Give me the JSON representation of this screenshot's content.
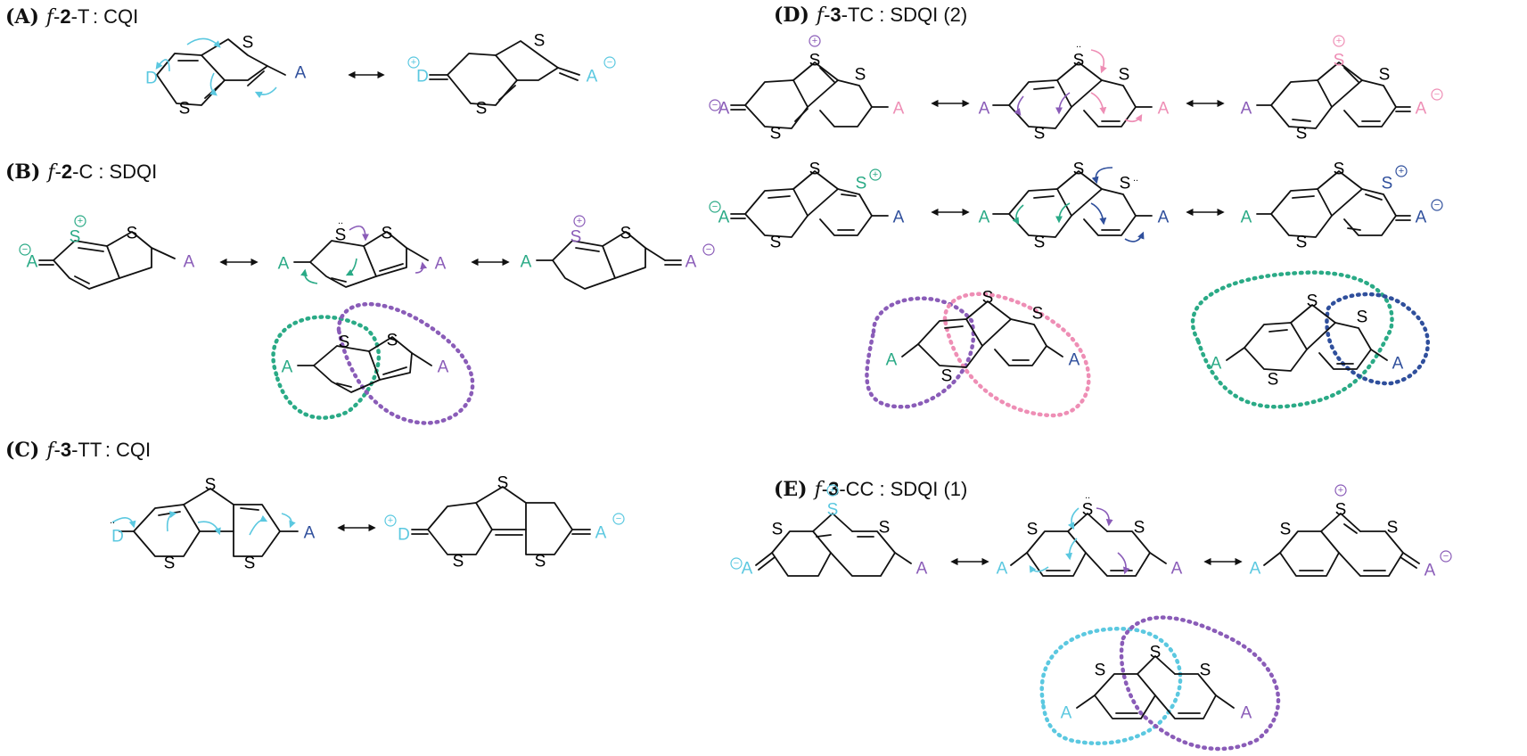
{
  "panels": {
    "A": {
      "tag": "(A)",
      "f": "f",
      "num": "2",
      "suffix": "-T",
      "sep": ":",
      "type": "CQI"
    },
    "B": {
      "tag": "(B)",
      "f": "f",
      "num": "2",
      "suffix": "-C",
      "sep": ":",
      "type": "SDQI"
    },
    "C": {
      "tag": "(C)",
      "f": "f",
      "num": "3",
      "suffix": "-TT",
      "sep": ":",
      "type": "CQI"
    },
    "D": {
      "tag": "(D)",
      "f": "f",
      "num": "3",
      "suffix": "-TC",
      "sep": ":",
      "type": "SDQI (2)"
    },
    "E": {
      "tag": "(E)",
      "f": "f",
      "num": "3",
      "suffix": "-CC",
      "sep": ":",
      "type": "SDQI (1)"
    }
  },
  "atoms": {
    "sulfur": "S",
    "donor": "D",
    "acceptor": "A",
    "plus": "+",
    "minus": "−",
    "lone_pair": ".."
  },
  "colors": {
    "cyan": "#5bc8e0",
    "teal": "#2aaa86",
    "purple": "#8a5cb8",
    "navy": "#2f4f9c",
    "pink": "#ee8eb5",
    "black": "#111111"
  }
}
